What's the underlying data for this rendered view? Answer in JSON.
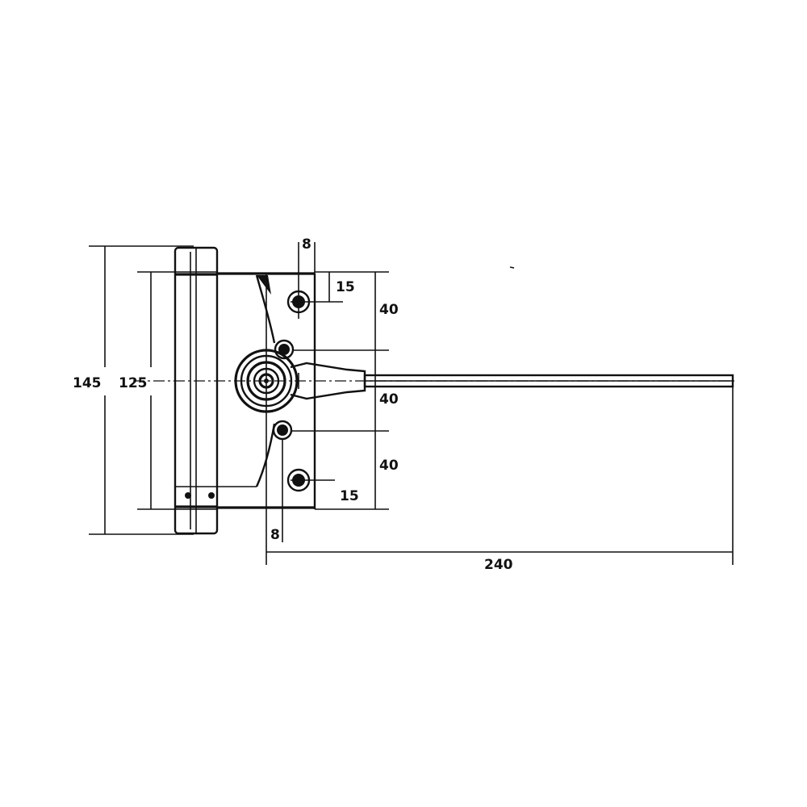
{
  "dimensions": {
    "overall_height": "145",
    "plate_height": "125",
    "hole_offset_left": "8",
    "hole_offset_bottom": "8",
    "hole_offset_top_right": "15",
    "hole_offset_bottom_right": "15",
    "pitch_top": "40",
    "pitch_middle": "40",
    "pitch_bottom": "40",
    "arm_length": "240"
  },
  "colors": {
    "line": "#111111",
    "background": "#ffffff"
  }
}
